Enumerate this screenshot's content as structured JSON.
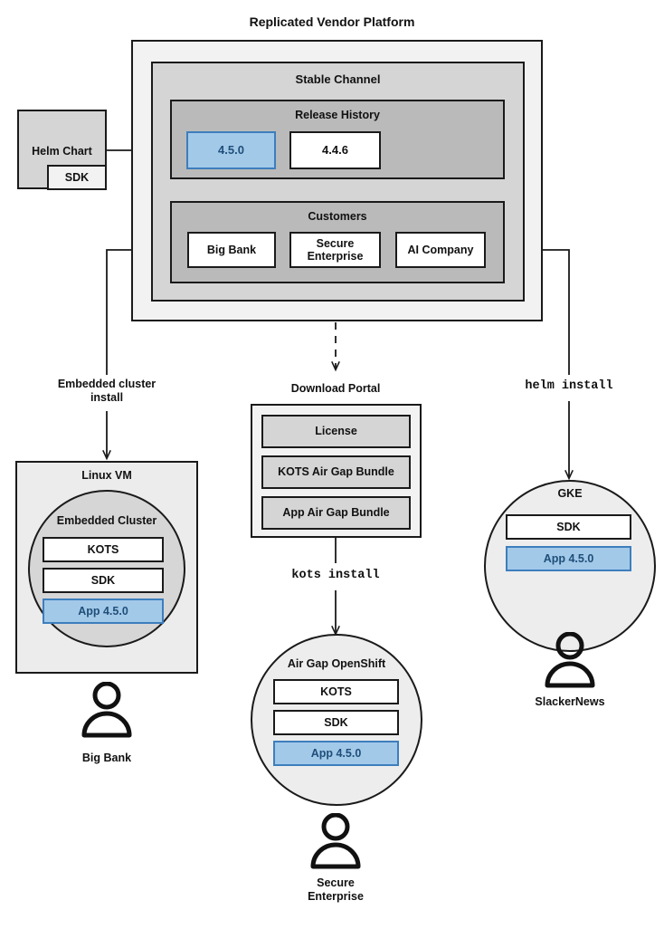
{
  "diagram": {
    "title": "Replicated Vendor Platform",
    "platform": {
      "stable_channel_label": "Stable Channel",
      "release_history": {
        "label": "Release History",
        "releases": [
          {
            "version": "4.5.0",
            "highlighted": true
          },
          {
            "version": "4.4.6",
            "highlighted": false
          }
        ]
      },
      "customers": {
        "label": "Customers",
        "items": [
          "Big Bank",
          "Secure\nEnterprise",
          "AI Company"
        ]
      }
    },
    "helm_chart": {
      "label": "Helm Chart",
      "sdk_label": "SDK"
    },
    "edges": [
      {
        "label": "Embedded cluster\ninstall",
        "style": "solid"
      },
      {
        "label": "Download Portal",
        "style": "dashed"
      },
      {
        "label": "helm install",
        "style": "solid",
        "mono": true
      },
      {
        "label": "kots install",
        "style": "solid",
        "mono": true
      }
    ],
    "download_portal": {
      "title": "Download Portal",
      "items": [
        "License",
        "KOTS Air Gap Bundle",
        "App Air Gap Bundle"
      ]
    },
    "targets": [
      {
        "id": "linux-vm",
        "host_label": "Linux VM",
        "cluster_label": "Embedded Cluster",
        "components": [
          {
            "name": "KOTS",
            "highlighted": false
          },
          {
            "name": "SDK",
            "highlighted": false
          },
          {
            "name": "App 4.5.0",
            "highlighted": true
          }
        ],
        "persona": "Big Bank"
      },
      {
        "id": "air-gap-openshift",
        "host_label": "Air Gap OpenShift",
        "components": [
          {
            "name": "KOTS",
            "highlighted": false
          },
          {
            "name": "SDK",
            "highlighted": false
          },
          {
            "name": "App 4.5.0",
            "highlighted": true
          }
        ],
        "persona": "Secure\nEnterprise"
      },
      {
        "id": "gke",
        "host_label": "GKE",
        "components": [
          {
            "name": "SDK",
            "highlighted": false
          },
          {
            "name": "App 4.5.0",
            "highlighted": true
          }
        ],
        "persona": "SlackerNews"
      }
    ],
    "colors": {
      "stroke": "#1a1a1a",
      "platform_fill": "#f2f2f2",
      "channel_fill": "#d5d5d5",
      "group_fill": "#bababa",
      "highlight_fill": "#a3c9e9",
      "highlight_stroke": "#3d7ebd",
      "highlight_text": "#1f4e79"
    }
  }
}
